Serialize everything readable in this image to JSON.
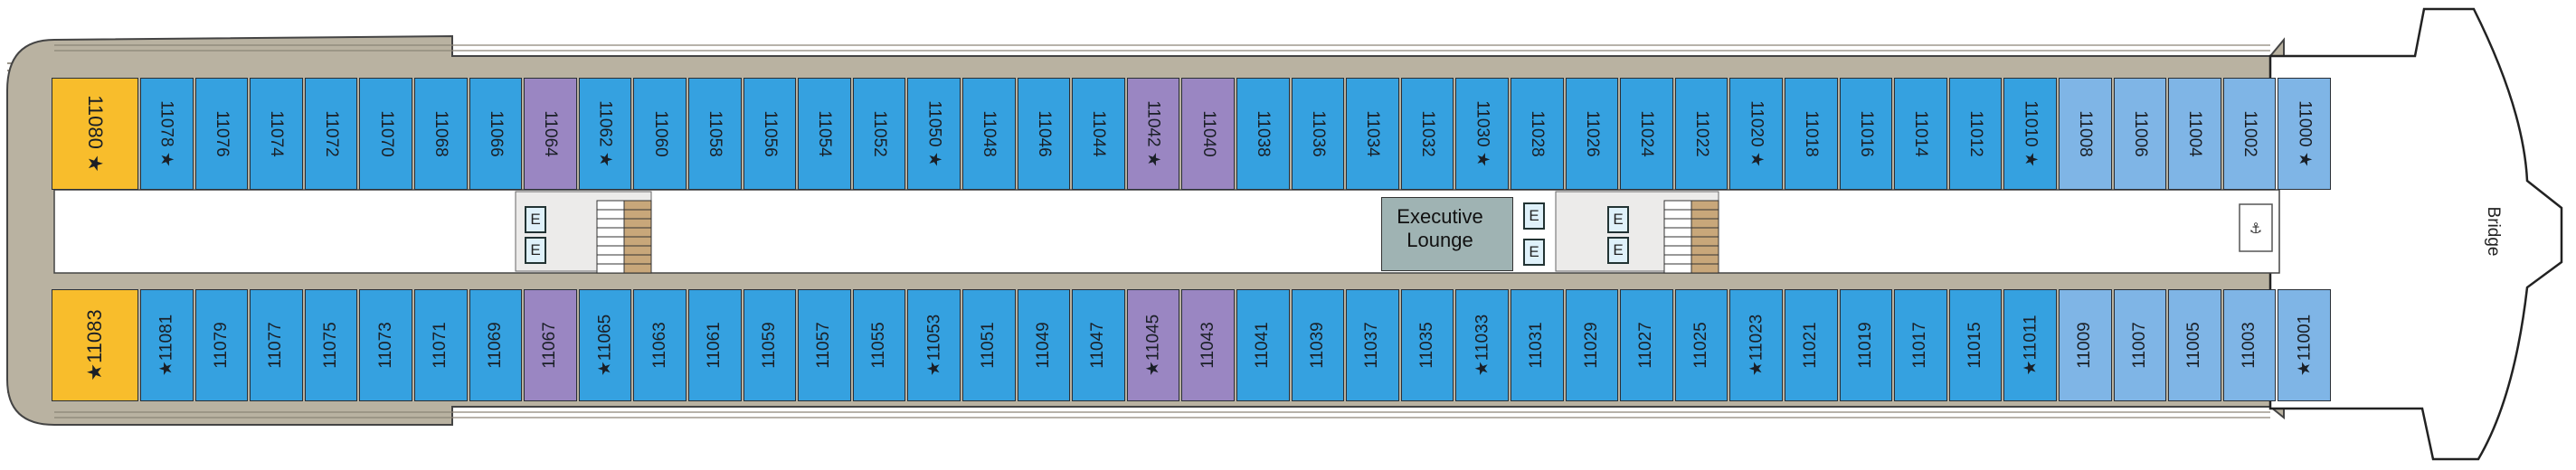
{
  "deck": {
    "top_cabins": [
      "11080 ★",
      "11078 ★",
      "11076",
      "11074",
      "11072",
      "11070",
      "11068",
      "11066",
      "11064",
      "11062 ★",
      "11060",
      "11058",
      "11056",
      "11054",
      "11052",
      "11050 ★",
      "11048",
      "11046",
      "11044",
      "11042 ★",
      "11040",
      "11038",
      "11036",
      "11034",
      "11032",
      "11030 ★",
      "11028",
      "11026",
      "11024",
      "11022",
      "11020 ★",
      "11018",
      "11016",
      "11014",
      "11012",
      "11010 ★",
      "11008",
      "11006",
      "11004",
      "11002",
      "11000 ★"
    ],
    "bottom_cabins": [
      "★11083",
      "★11081",
      "11079",
      "11077",
      "11075",
      "11073",
      "11071",
      "11069",
      "11067",
      "★11065",
      "11063",
      "11061",
      "11059",
      "11057",
      "11055",
      "★11053",
      "11051",
      "11049",
      "11047",
      "★11045",
      "11043",
      "11041",
      "11039",
      "11037",
      "11035",
      "★11033",
      "11031",
      "11029",
      "11027",
      "11025",
      "★11023",
      "11021",
      "11019",
      "11017",
      "11015",
      "★11011",
      "11009",
      "11007",
      "11005",
      "11003",
      "★11001"
    ],
    "lounge_line1": "Executive",
    "lounge_line2": "Lounge",
    "bridge_label": "Bridge",
    "elevator_glyph": "E",
    "colors": {
      "hull": "#b9b2a1",
      "deck_stripe": "#8c8577",
      "outline": "#2a2f36",
      "cabin_blue": "#35a1e0",
      "cabin_light": "#7fb5e6",
      "cabin_purple": "#9a86c2",
      "cabin_gold": "#f8bd2c",
      "corridor": "#ffffff",
      "service_area": "#ecebea",
      "stairs": "#c8a77a",
      "lounge": "#9fb3b3"
    }
  }
}
